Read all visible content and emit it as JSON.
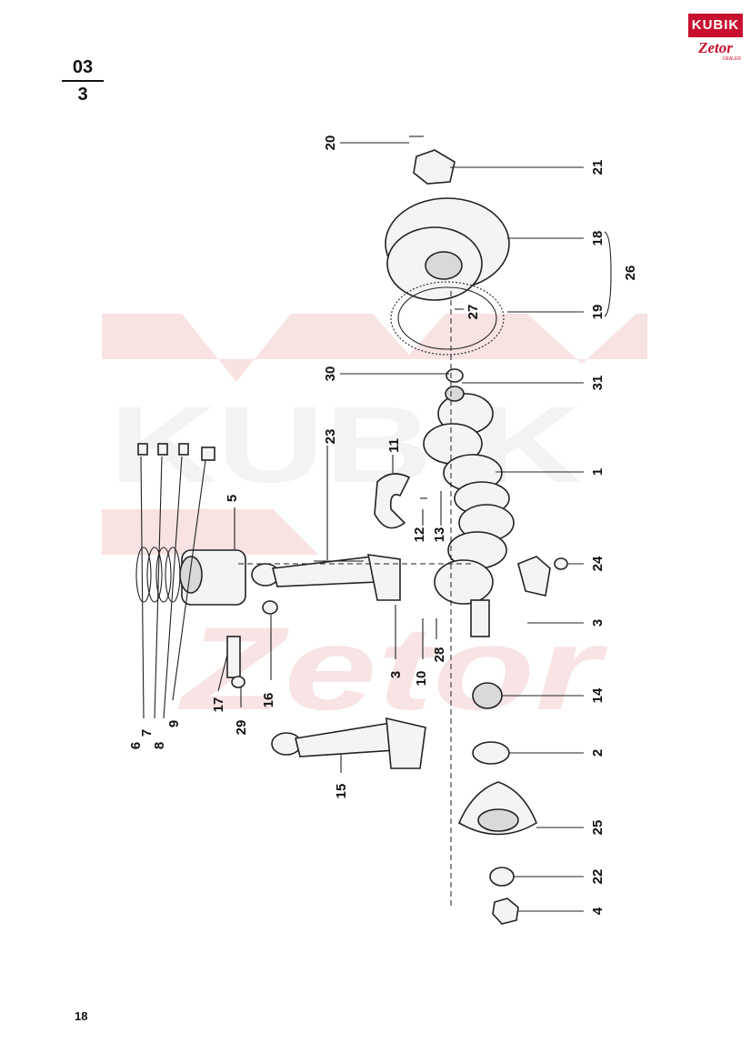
{
  "page": {
    "section_numerator": "03",
    "section_denominator": "3",
    "page_number": "18"
  },
  "logo": {
    "brand_top": "KUBIK",
    "brand_bottom": "Zetor",
    "brand_sub": "DEALER",
    "color_red": "#c8102e"
  },
  "watermark": {
    "text_top": "KUBIK",
    "text_bottom": "Zetor",
    "color": "#f6d9d9"
  },
  "callouts": [
    "1",
    "2",
    "3",
    "3",
    "4",
    "5",
    "6",
    "7",
    "8",
    "9",
    "10",
    "11",
    "12",
    "13",
    "14",
    "15",
    "16",
    "17",
    "18",
    "19",
    "20",
    "21",
    "22",
    "23",
    "24",
    "25",
    "26",
    "27",
    "28",
    "29",
    "30",
    "31"
  ]
}
